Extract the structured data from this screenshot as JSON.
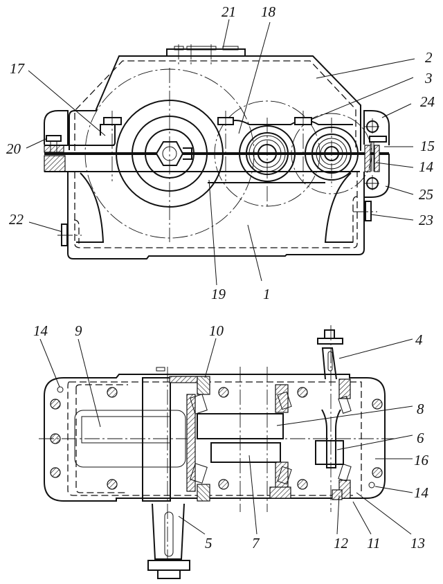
{
  "figure": {
    "subject": "two-stage cylindrical gear reducer assembly drawing",
    "views": [
      "front view (top)",
      "plan section (bottom)"
    ],
    "line_color": "#111111",
    "background": "#ffffff"
  },
  "callouts": {
    "front_view": [
      {
        "id": "c21",
        "number": "21"
      },
      {
        "id": "c18",
        "number": "18"
      },
      {
        "id": "c2",
        "number": "2"
      },
      {
        "id": "c3",
        "number": "3"
      },
      {
        "id": "c17",
        "number": "17"
      },
      {
        "id": "c24",
        "number": "24"
      },
      {
        "id": "c20",
        "number": "20"
      },
      {
        "id": "c15",
        "number": "15"
      },
      {
        "id": "c14a",
        "number": "14"
      },
      {
        "id": "c25",
        "number": "25"
      },
      {
        "id": "c22",
        "number": "22"
      },
      {
        "id": "c23",
        "number": "23"
      },
      {
        "id": "c19",
        "number": "19"
      },
      {
        "id": "c1",
        "number": "1"
      }
    ],
    "plan_view": [
      {
        "id": "c14b",
        "number": "14"
      },
      {
        "id": "c9",
        "number": "9"
      },
      {
        "id": "c10",
        "number": "10"
      },
      {
        "id": "c4",
        "number": "4"
      },
      {
        "id": "c8",
        "number": "8"
      },
      {
        "id": "c6",
        "number": "6"
      },
      {
        "id": "c16",
        "number": "16"
      },
      {
        "id": "c14c",
        "number": "14"
      },
      {
        "id": "c5",
        "number": "5"
      },
      {
        "id": "c7",
        "number": "7"
      },
      {
        "id": "c12",
        "number": "12"
      },
      {
        "id": "c11",
        "number": "11"
      },
      {
        "id": "c13",
        "number": "13"
      }
    ]
  }
}
